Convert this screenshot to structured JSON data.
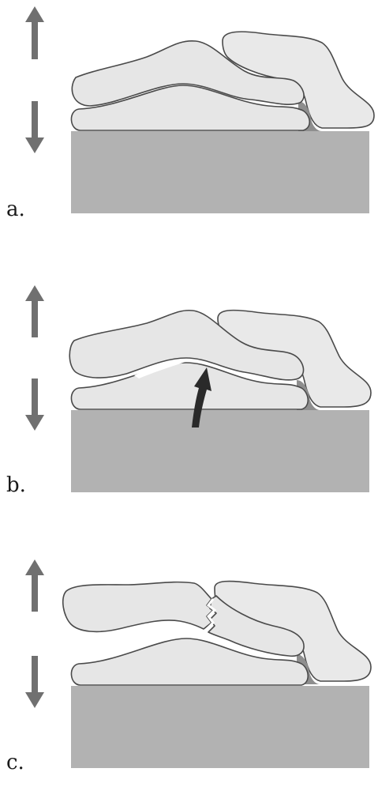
{
  "panels": [
    {
      "id": "a",
      "label": "a.",
      "state": "attached"
    },
    {
      "id": "b",
      "label": "b.",
      "state": "separating"
    },
    {
      "id": "c",
      "label": "c.",
      "state": "fractured"
    }
  ],
  "colors": {
    "cell_fill": "#e6e6e6",
    "cell_outline": "#4a4a4a",
    "substrate": "#b2b2b2",
    "arrow": "#707070",
    "force_arrow": "#2a2a2a",
    "junction": "#8e8e8e"
  },
  "icons": [
    "up-arrow-icon",
    "down-arrow-icon",
    "curved-arrow-icon",
    "crack-icon"
  ]
}
